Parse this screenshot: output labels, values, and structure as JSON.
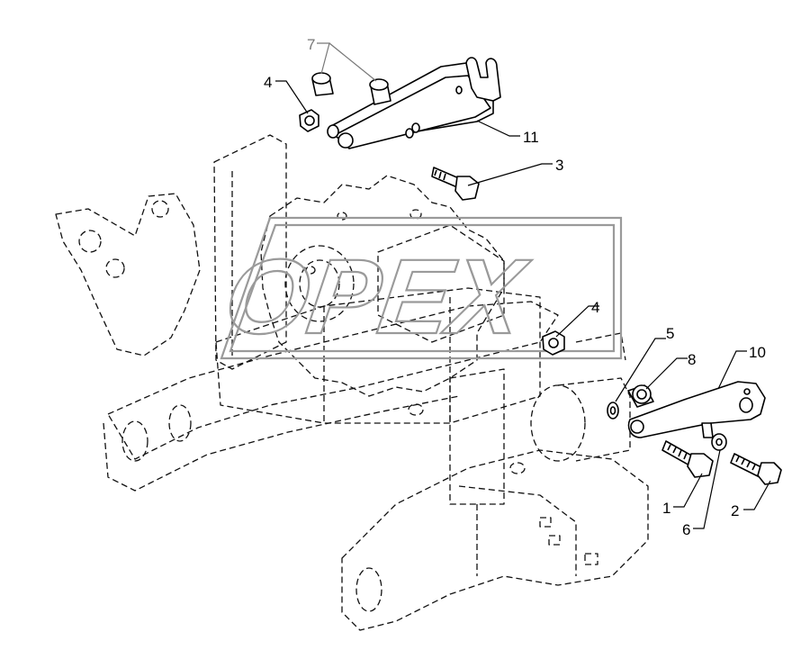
{
  "watermark": {
    "text": "OPEX"
  },
  "callouts": [
    {
      "id": "c7",
      "label": "7"
    },
    {
      "id": "c4a",
      "label": "4"
    },
    {
      "id": "c11",
      "label": "11"
    },
    {
      "id": "c3",
      "label": "3"
    },
    {
      "id": "c4b",
      "label": "4"
    },
    {
      "id": "c5",
      "label": "5"
    },
    {
      "id": "c8",
      "label": "8"
    },
    {
      "id": "c10",
      "label": "10"
    },
    {
      "id": "c1",
      "label": "1"
    },
    {
      "id": "c6",
      "label": "6"
    },
    {
      "id": "c2",
      "label": "2"
    }
  ]
}
